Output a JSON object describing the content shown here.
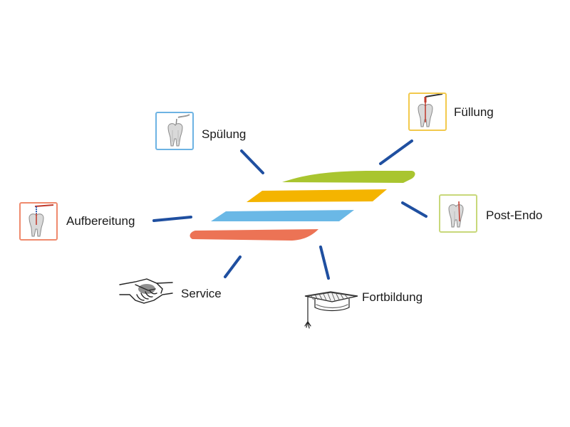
{
  "diagram": {
    "nodes": [
      {
        "id": "spuelung",
        "label": "Spülung",
        "icon": "tooth-irrigation-icon",
        "color": "#6db3e3"
      },
      {
        "id": "fuellung",
        "label": "Füllung",
        "icon": "tooth-filling-icon",
        "color": "#f2c94c"
      },
      {
        "id": "aufbereitung",
        "label": "Aufbereitung",
        "icon": "tooth-file-icon",
        "color": "#ef8a6d"
      },
      {
        "id": "post_endo",
        "label": "Post-Endo",
        "icon": "tooth-post-icon",
        "color": "#c8d87a"
      },
      {
        "id": "service",
        "label": "Service",
        "icon": "handshake-icon"
      },
      {
        "id": "fortbildung",
        "label": "Fortbildung",
        "icon": "graduation-cap-icon"
      }
    ],
    "stripes": [
      {
        "id": "stripe-green",
        "color": "#a9c52f"
      },
      {
        "id": "stripe-yellow",
        "color": "#f4b400"
      },
      {
        "id": "stripe-blue",
        "color": "#6ab8e6"
      },
      {
        "id": "stripe-orange",
        "color": "#ec7355"
      }
    ],
    "connector_color": "#1f4fa0"
  }
}
